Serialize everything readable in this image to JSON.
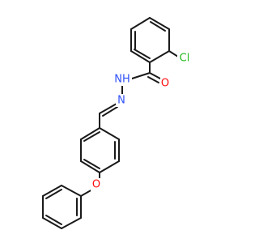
{
  "colors": {
    "bond": "#1a1a1a",
    "carbon": "#1a1a1a",
    "oxygen": "#ff0d0d",
    "nitrogen": "#3050f8",
    "chlorine": "#1fb81f"
  },
  "atoms": {
    "cl": {
      "symbol": "Cl",
      "element": "chlorine"
    },
    "o_carbonyl": {
      "symbol": "O",
      "element": "oxygen"
    },
    "nh": {
      "symbol": "NH",
      "element": "nitrogen"
    },
    "n_imine": {
      "symbol": "N",
      "element": "nitrogen"
    },
    "o_ether": {
      "symbol": "O",
      "element": "oxygen"
    }
  }
}
